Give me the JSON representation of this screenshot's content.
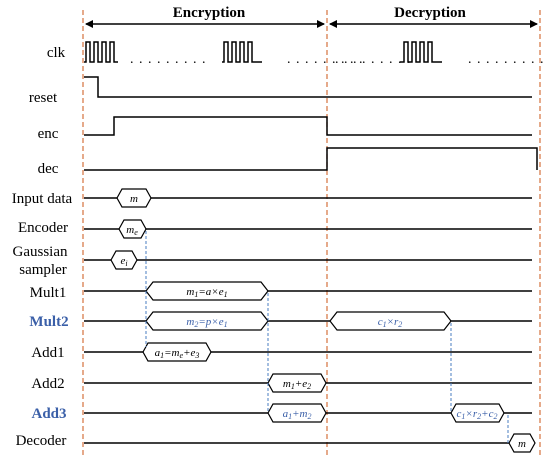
{
  "colors": {
    "highlight": "#3a5fa8",
    "phase_boundary": "#d4723e",
    "dependency": "#4a7cc0",
    "line": "#000000"
  },
  "phases": [
    {
      "label": "Encryption"
    },
    {
      "label": "Decryption"
    }
  ],
  "dots": ". . . . . . . . .",
  "signals": [
    {
      "id": "clk",
      "label": "clk",
      "highlight": false
    },
    {
      "id": "reset",
      "label": "reset",
      "highlight": false
    },
    {
      "id": "enc",
      "label": "enc",
      "highlight": false
    },
    {
      "id": "dec",
      "label": "dec",
      "highlight": false
    },
    {
      "id": "input_data",
      "label": "Input data",
      "highlight": false
    },
    {
      "id": "encoder",
      "label": "Encoder",
      "highlight": false
    },
    {
      "id": "gaussian_sampler",
      "label_lines": [
        "Gaussian",
        "sampler"
      ],
      "highlight": false
    },
    {
      "id": "mult1",
      "label": "Mult1",
      "highlight": false
    },
    {
      "id": "mult2",
      "label": "Mult2",
      "highlight": true
    },
    {
      "id": "add1",
      "label": "Add1",
      "highlight": false
    },
    {
      "id": "add2",
      "label": "Add2",
      "highlight": false
    },
    {
      "id": "add3",
      "label": "Add3",
      "highlight": true
    },
    {
      "id": "decoder",
      "label": "Decoder",
      "highlight": false
    }
  ],
  "bubbles": {
    "input_m": "m",
    "encoder_me": "m",
    "encoder_me_sub": "e",
    "sampler_ei": "e",
    "sampler_ei_sub": "i",
    "mult1_m1": "m",
    "mult1_m1_sub": "1",
    "mult1_m1_rest": "=a×e",
    "mult1_m1_rest_sub": "1",
    "mult2_m2": "m",
    "mult2_m2_sub": "2",
    "mult2_m2_rest": "=p×e",
    "mult2_m2_rest_sub": "1",
    "mult2_c": "c",
    "mult2_c_sub": "1",
    "mult2_c_rest": "×r",
    "mult2_c_rest_sub": "2",
    "add1_a": "a",
    "add1_a_sub": "1",
    "add1_a_rest": "=m",
    "add1_a_rest_sub": "e",
    "add1_a_tail": "+e",
    "add1_a_tail_sub": "3",
    "add2_m": "m",
    "add2_m_sub": "1",
    "add2_m_rest": "+e",
    "add2_m_rest_sub": "2",
    "add3_a": "a",
    "add3_a_sub": "1",
    "add3_a_rest": "+m",
    "add3_a_rest_sub": "2",
    "add3_c": "c",
    "add3_c_sub": "1",
    "add3_c_rest": "×r",
    "add3_c_rest_sub": "2",
    "add3_c_tail": "+c",
    "add3_c_tail_sub": "2",
    "decoder_m": "m"
  }
}
